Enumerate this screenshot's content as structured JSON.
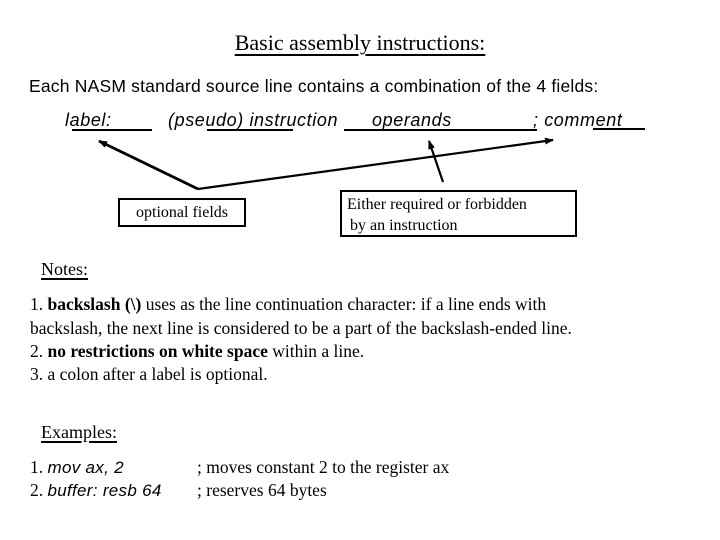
{
  "title": "Basic assembly instructions:",
  "intro": "Each NASM standard source line contains a combination of the 4 fields:",
  "fields": {
    "label": "label:",
    "pseudo_instruction": "(pseudo) instruction",
    "operands": "operands",
    "comment": "; comment"
  },
  "callouts": {
    "optional": "optional fields",
    "either_line1": "Either required or forbidden",
    "either_line2": "by an instruction"
  },
  "notes": {
    "heading": "Notes:",
    "note1_num": "1. ",
    "note1_bold": "backslash (\\)",
    "note1_rest": " uses as the line continuation character: if a line ends with",
    "note1_line2": "backslash, the next line is considered to be a part of the backslash-ended line.",
    "note2_num": "2. ",
    "note2_bold": "no restrictions on white space",
    "note2_rest": " within a line.",
    "note3": "3. a colon after a label is optional."
  },
  "examples": {
    "heading": "Examples:",
    "ex1_num": "1. ",
    "ex1_code": "mov ax, 2",
    "ex1_comment": "; moves constant 2 to the register ax",
    "ex2_num": "2. ",
    "ex2_code": "buffer: resb 64",
    "ex2_comment": "; reserves 64 bytes"
  },
  "graphics": {
    "arrow_to_label": "arrow-to-label",
    "arrow_to_comment": "arrow-to-comment",
    "arrow_to_operands": "arrow-to-operands"
  },
  "colors": {
    "background": "#ffffff",
    "text": "#000000",
    "line": "#000000"
  }
}
